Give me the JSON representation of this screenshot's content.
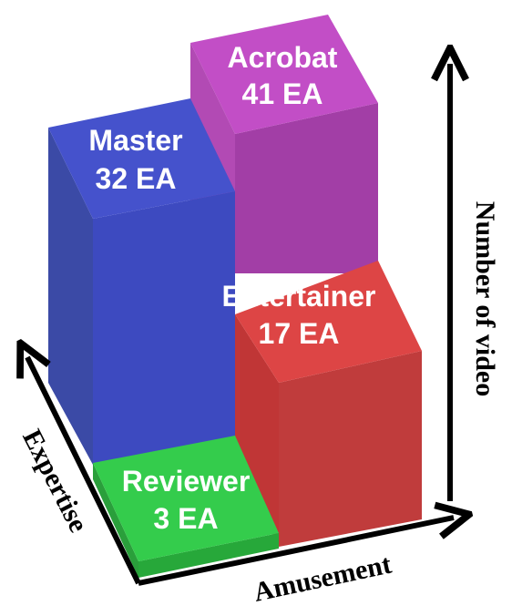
{
  "chart_data": {
    "type": "bar",
    "series": [
      {
        "name": "Acrobat",
        "value": 41,
        "unit": "EA",
        "color": "#c04cc4"
      },
      {
        "name": "Master",
        "value": 32,
        "unit": "EA",
        "color": "#434fc8"
      },
      {
        "name": "Entertainer",
        "value": 17,
        "unit": "EA",
        "color": "#d94141"
      },
      {
        "name": "Reviewer",
        "value": 3,
        "unit": "EA",
        "color": "#32c64a"
      }
    ],
    "axes": {
      "vertical": "Number of video",
      "horizontal": "Amusement",
      "depth": "Expertise"
    }
  }
}
